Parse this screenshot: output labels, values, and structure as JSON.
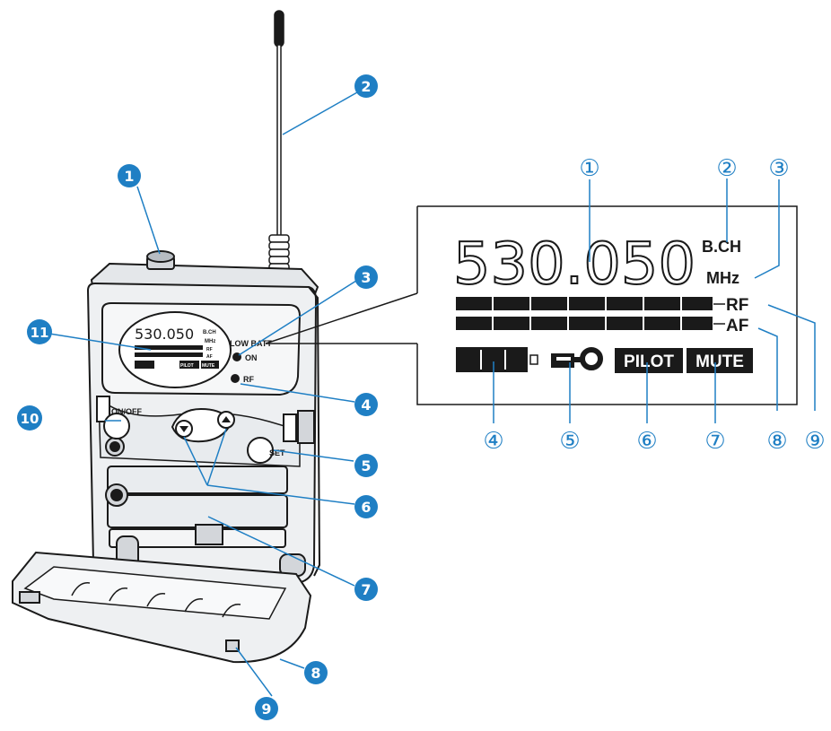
{
  "colors": {
    "callout_blue": "#1f7fc4",
    "outline": "#1a1a1a",
    "device_fill": "#eef0f2",
    "device_shade": "#d3d6da",
    "lcd_dark": "#1a1a1a"
  },
  "device": {
    "labels": {
      "low_batt": "LOW BATT",
      "on": "ON",
      "rf": "RF",
      "on_off": "ON/OFF",
      "set": "SET"
    },
    "mini_display": {
      "freq": "530.050",
      "bch": "B.CH",
      "mhz": "MHz",
      "rf": "RF",
      "af": "AF",
      "pilot": "PILOT",
      "mute": "MUTE"
    },
    "callouts": [
      "1",
      "2",
      "3",
      "4",
      "5",
      "6",
      "7",
      "8",
      "9",
      "10",
      "11"
    ]
  },
  "display": {
    "frequency": "530.050",
    "bch_label": "B.CH",
    "mhz_label": "MHz",
    "rf_label": "RF",
    "af_label": "AF",
    "pilot_label": "PILOT",
    "mute_label": "MUTE",
    "callouts": [
      "①",
      "②",
      "③",
      "④",
      "⑤",
      "⑥",
      "⑦",
      "⑧",
      "⑨"
    ]
  }
}
